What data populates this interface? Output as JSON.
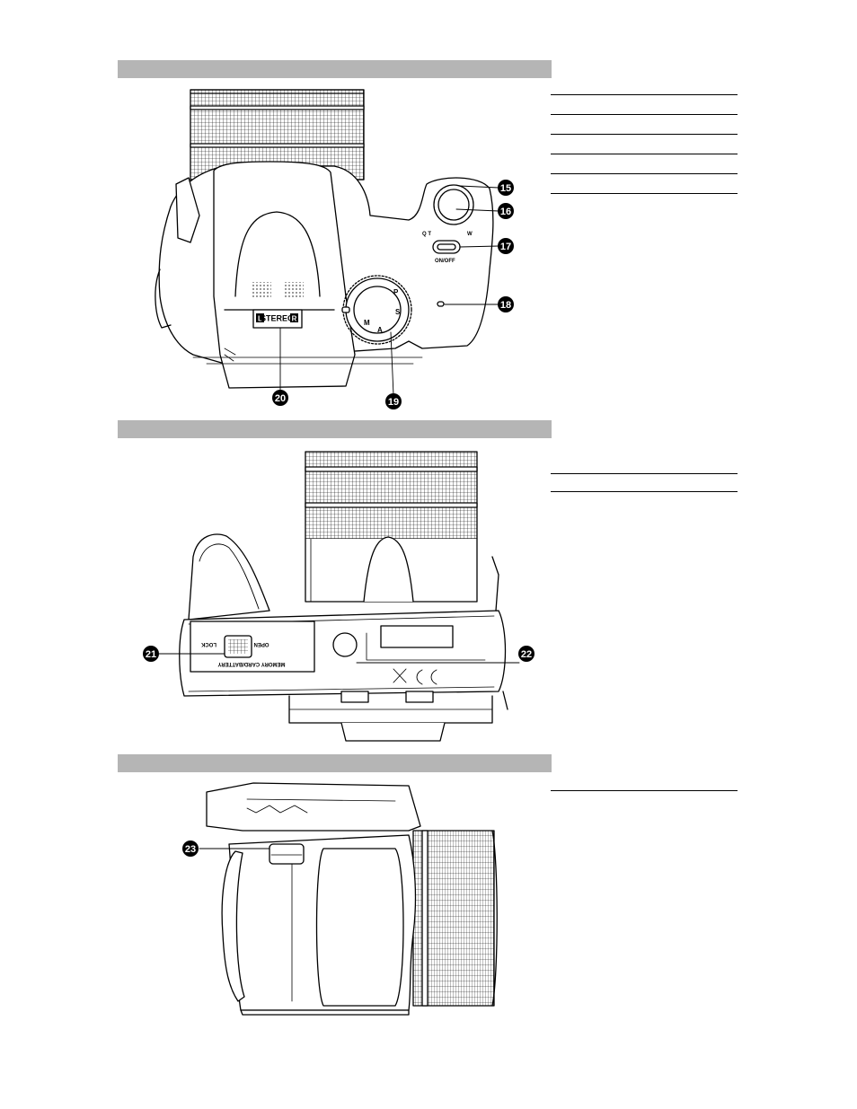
{
  "page": {
    "sections": [
      {
        "id": "top-view",
        "title": ""
      },
      {
        "id": "bottom-view",
        "title": ""
      },
      {
        "id": "side-view",
        "title": ""
      }
    ]
  },
  "callouts": {
    "c15": "15",
    "c16": "16",
    "c17": "17",
    "c18": "18",
    "c19": "19",
    "c20": "20",
    "c21": "21",
    "c22": "22",
    "c23": "23"
  },
  "camera_labels": {
    "stereo_l": "L",
    "stereo_mid": "STEREO",
    "stereo_r": "R",
    "onoff": "ON/OFF",
    "zoom_t": "Q T",
    "zoom_w": "W",
    "lock": "LOCK",
    "open": "OPEN",
    "memory": "MEMORY CARD/BATTERY",
    "dial_p": "P",
    "dial_s": "S",
    "dial_m": "M",
    "dial_a": "A"
  },
  "colors": {
    "section_bar": "#b5b5b5",
    "callout_circle": "#000000",
    "line_art": "#000000"
  }
}
